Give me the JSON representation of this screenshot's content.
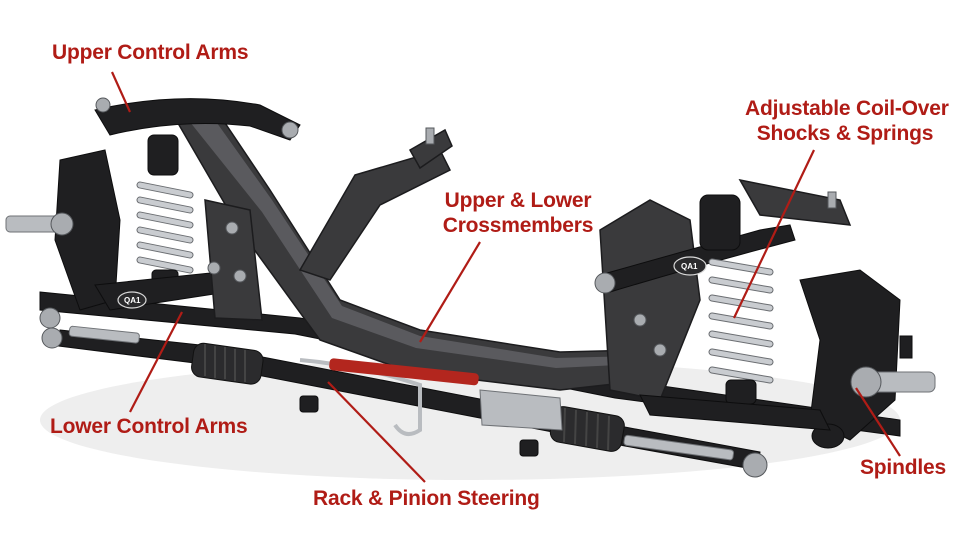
{
  "labels": {
    "upper_control_arms": "Upper Control Arms",
    "coilover_line1": "Adjustable Coil-Over",
    "coilover_line2": "Shocks & Springs",
    "crossmembers_line1": "Upper & Lower",
    "crossmembers_line2": "Crossmembers",
    "lower_control_arms": "Lower Control Arms",
    "spindles": "Spindles",
    "rack_pinion": "Rack & Pinion Steering"
  },
  "brand": {
    "badge_text": "QA1"
  },
  "colors": {
    "label_red": "#b01c16",
    "frame_dark": "#3a3a3c",
    "background": "#ffffff"
  }
}
